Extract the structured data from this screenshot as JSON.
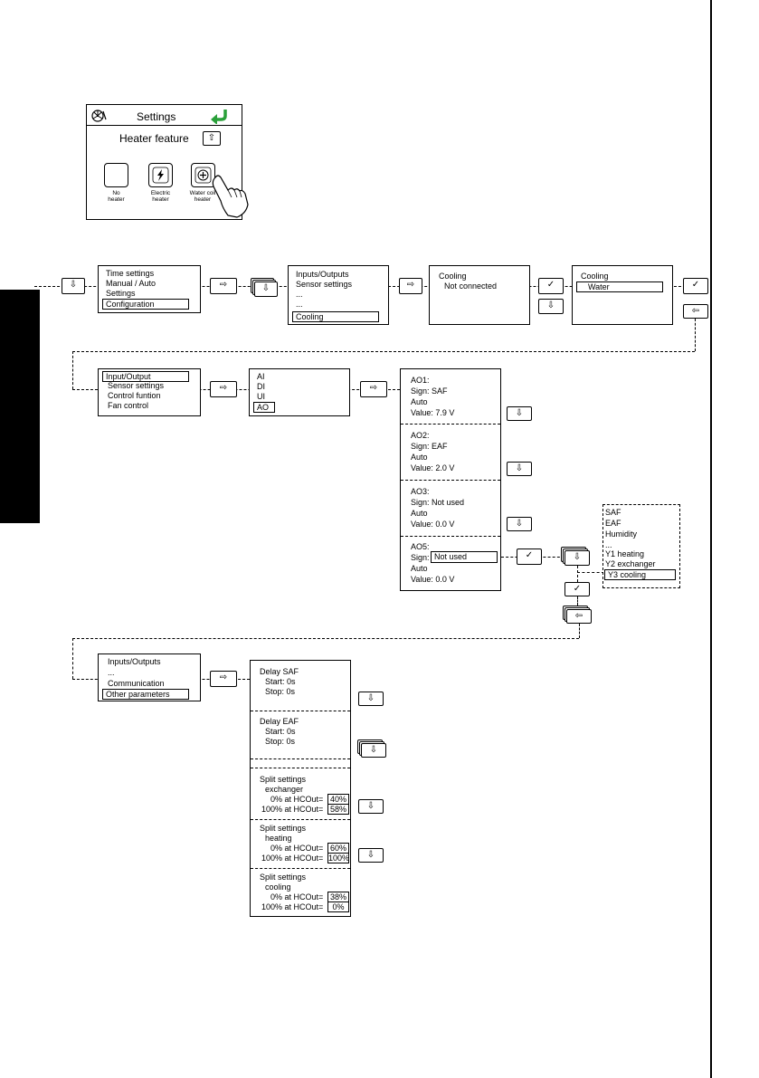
{
  "settings_screen": {
    "title": "Settings",
    "feature_label": "Heater feature",
    "up_key": "⇧",
    "options": [
      {
        "label1": "No",
        "label2": "heater"
      },
      {
        "label1": "Electric",
        "label2": "heater"
      },
      {
        "label1": "Water coil",
        "label2": "heater"
      }
    ]
  },
  "keys": {
    "down": "⇩",
    "right": "⇨",
    "left": "⇦",
    "check": "✓"
  },
  "row1": {
    "main_menu": [
      "Time settings",
      "Manual / Auto",
      "Settings",
      "Configuration"
    ],
    "config_menu": [
      "Inputs/Outputs",
      "Sensor settings",
      "...",
      "...",
      "Cooling"
    ],
    "cooling_box": {
      "title": "Cooling",
      "value": "Not connected"
    },
    "cooling_edit": {
      "title": "Cooling",
      "value": "Water"
    }
  },
  "row2": {
    "io_menu": [
      "Input/Output",
      "Sensor settings",
      "Control funtion",
      "Fan control"
    ],
    "types": [
      "AI",
      "DI",
      "UI",
      "AO"
    ],
    "ao": [
      {
        "name": "AO1:",
        "sign": "Sign:  SAF",
        "mode": "Auto",
        "value": "Value:  7.9 V"
      },
      {
        "name": "AO2:",
        "sign": "Sign:  EAF",
        "mode": "Auto",
        "value": "Value:  2.0 V"
      },
      {
        "name": "AO3:",
        "sign": "Sign:  Not used",
        "mode": "Auto",
        "value": "Value:  0.0 V"
      },
      {
        "name": "AO5:",
        "sign_label": "Sign:",
        "sign_value": "Not used",
        "mode": "Auto",
        "value": "Value:  0.0 V"
      }
    ],
    "signal_list": [
      "SAF",
      "EAF",
      "Humidity",
      "...",
      "Y1 heating",
      "Y2 exchanger",
      "Y3 cooling"
    ]
  },
  "row3": {
    "menu": [
      "Inputs/Outputs",
      "...",
      "Communication",
      "Other parameters"
    ],
    "delay_saf": {
      "title": "Delay SAF",
      "start": "Start:  0s",
      "stop": "Stop:  0s"
    },
    "delay_eaf": {
      "title": "Delay EAF",
      "start": "Start:  0s",
      "stop": "Stop:  0s"
    },
    "splits": [
      {
        "title": "Split settings",
        "sub": "exchanger",
        "l1": "0% at HCOut=",
        "v1": "40%",
        "l2": "100% at HCOut=",
        "v2": "58%"
      },
      {
        "title": "Split settings",
        "sub": "heating",
        "l1": "0% at HCOut=",
        "v1": "60%",
        "l2": "100% at HCOut=",
        "v2": "100%"
      },
      {
        "title": "Split settings",
        "sub": "cooling",
        "l1": "0% at HCOut=",
        "v1": "38%",
        "l2": "100% at HCOut=",
        "v2": "0%"
      }
    ]
  }
}
